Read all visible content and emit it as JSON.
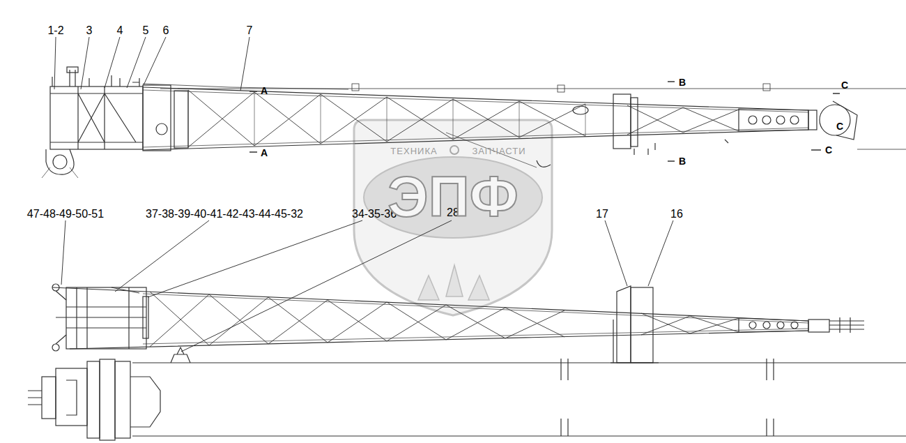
{
  "diagram": {
    "labels": [
      "1-2",
      "3",
      "4",
      "5",
      "6",
      "7",
      "A",
      "A",
      "B",
      "B",
      "C",
      "C",
      "C",
      "47-48-49-50-51",
      "37-38-39-40-41-42-43-44-45-32",
      "34-35-36",
      "28",
      "17",
      "16",
      "ТЕХНИКА",
      "ЗАПЧАСТИ",
      "ЭПФ"
    ]
  }
}
